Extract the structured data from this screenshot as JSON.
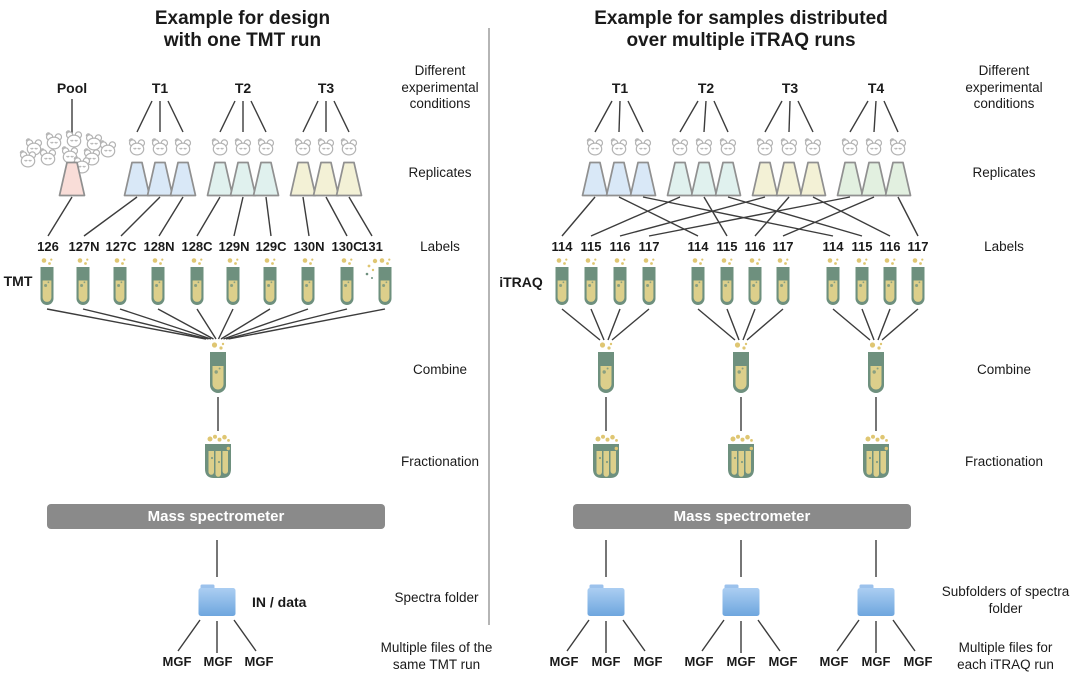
{
  "colors": {
    "tube_green": "#6e907e",
    "liquid_yellow": "#dccf8b",
    "dot_yellow": "#dfc672",
    "bar_gray": "#8a8a8a",
    "folder_top": "#abcef2",
    "folder_bottom": "#6ea6de",
    "folder_tab": "#9cc2ec",
    "line_dark": "#3c3c3c",
    "divider_gray": "#b5b5b5",
    "flask_stroke": "#909090",
    "mouse_gray": "#b3b3b3",
    "pool_pink": "#f9ddd8",
    "cond_blue": "#d9e8f7",
    "cond_cyan": "#e0f1ee",
    "cond_yellow": "#f3f1d6",
    "cond_green": "#e2f0e0"
  },
  "left_panel": {
    "title_line1": "Example for design",
    "title_line2": "with one TMT run",
    "reagent": "TMT",
    "conditions": [
      {
        "name": "Pool",
        "replicates": 1,
        "color_key": "pool_pink",
        "pool_cluster": true
      },
      {
        "name": "T1",
        "replicates": 3,
        "color_key": "cond_blue"
      },
      {
        "name": "T2",
        "replicates": 3,
        "color_key": "cond_cyan"
      },
      {
        "name": "T3",
        "replicates": 3,
        "color_key": "cond_yellow"
      }
    ],
    "labels": [
      "126",
      "127N",
      "127C",
      "128N",
      "128C",
      "129N",
      "129C",
      "130N",
      "130C",
      "131"
    ],
    "mass_spectrometer": "Mass spectrometer",
    "folder_label": "IN / data",
    "files": [
      "MGF",
      "MGF",
      "MGF"
    ]
  },
  "right_panel": {
    "title_line1": "Example for samples distributed",
    "title_line2": "over multiple iTRAQ runs",
    "reagent": "iTRAQ",
    "conditions": [
      {
        "name": "T1",
        "replicates": 3,
        "color_key": "cond_blue"
      },
      {
        "name": "T2",
        "replicates": 3,
        "color_key": "cond_cyan"
      },
      {
        "name": "T3",
        "replicates": 3,
        "color_key": "cond_yellow"
      },
      {
        "name": "T4",
        "replicates": 3,
        "color_key": "cond_green"
      }
    ],
    "runs": [
      {
        "labels": [
          "114",
          "115",
          "116",
          "117"
        ],
        "files": [
          "MGF",
          "MGF",
          "MGF"
        ]
      },
      {
        "labels": [
          "114",
          "115",
          "116",
          "117"
        ],
        "files": [
          "MGF",
          "MGF",
          "MGF"
        ]
      },
      {
        "labels": [
          "114",
          "115",
          "116",
          "117"
        ],
        "files": [
          "MGF",
          "MGF",
          "MGF"
        ]
      }
    ],
    "mass_spectrometer": "Mass spectrometer"
  },
  "annotations": {
    "left": {
      "conditions": "Different\nexperimental\nconditions",
      "replicates": "Replicates",
      "labels": "Labels",
      "combine": "Combine",
      "fractionation": "Fractionation",
      "spectra_folder": "Spectra folder",
      "files": "Multiple files of the\nsame TMT run"
    },
    "right": {
      "conditions": "Different\nexperimental\nconditions",
      "replicates": "Replicates",
      "labels": "Labels",
      "combine": "Combine",
      "fractionation": "Fractionation",
      "spectra_folder": "Subfolders of spectra\nfolder",
      "files": "Multiple files for\neach iTRAQ run"
    }
  }
}
